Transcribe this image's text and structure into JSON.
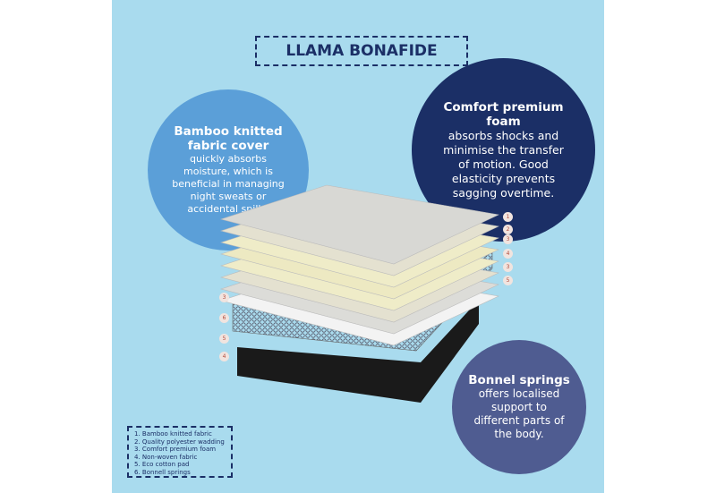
{
  "title": "LLAMA BONAFIDE",
  "callouts": [
    {
      "heading": "Bamboo knitted fabric cover",
      "text": "quickly absorbs moisture, which is beneficial in managing night sweats or accidental spills.",
      "color": "#5b9fd8"
    },
    {
      "heading": "Comfort premium foam",
      "text": "absorbs shocks and minimise the transfer of motion. Good elasticity prevents sagging overtime.",
      "color": "#1b2f66"
    },
    {
      "heading": "Bonnel springs",
      "text": "offers localised support to different parts of the body.",
      "color": "#4f5c91"
    }
  ],
  "legend": [
    "1. Bamboo knitted fabric",
    "2. Quality polyester wadding",
    "3. Comfort premium foam",
    "4. Non-woven fabric",
    "5. Eco cotton pad",
    "6. Bonnell springs"
  ],
  "right_markers": [
    "1",
    "2",
    "3",
    "4",
    "3",
    "5"
  ],
  "left_markers": [
    "3",
    "6",
    "5",
    "4"
  ],
  "colors": {
    "background": "#a9dbee",
    "navy": "#1b2f66"
  }
}
